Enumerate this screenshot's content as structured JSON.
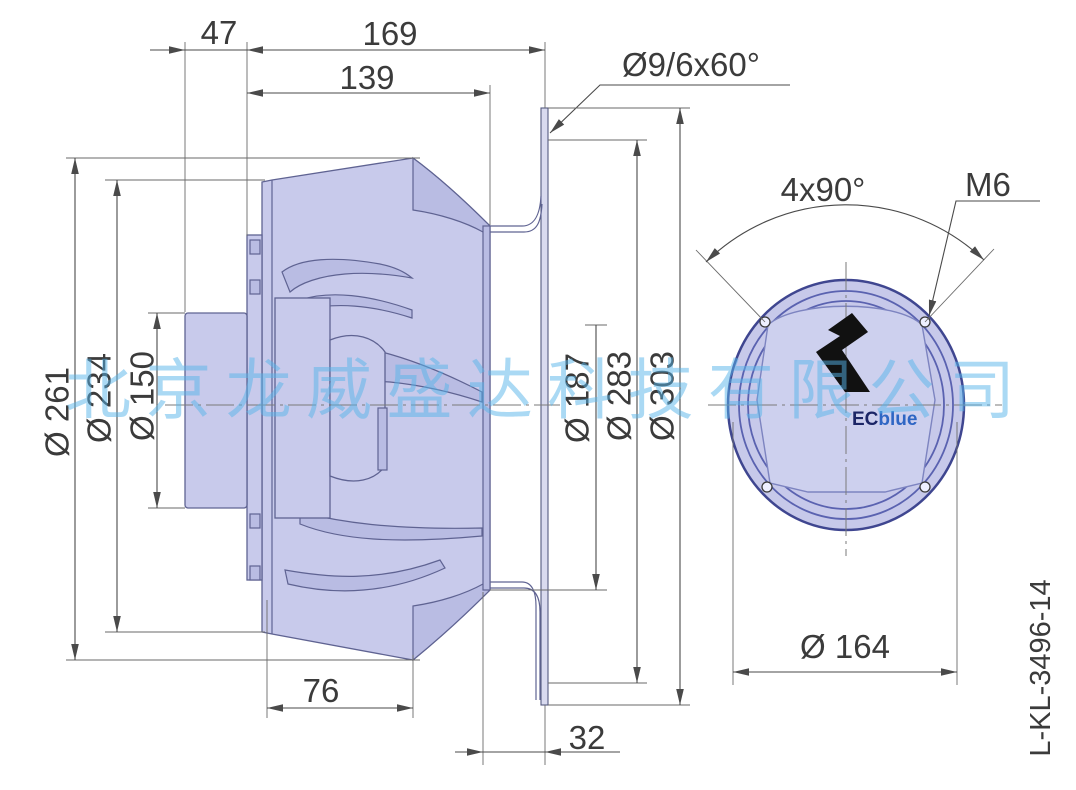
{
  "drawing": {
    "code": "L-KL-3496-14",
    "watermark": "北京龙威盛达科技有限公司"
  },
  "side_view": {
    "dim_motor_offset": "47",
    "dim_overall_length": "169",
    "dim_impeller_length": "139",
    "flange_holes": "Ø9/6x60°",
    "dia_outer": "Ø 261",
    "dia_backplate": "Ø 234",
    "dia_motor": "Ø 150",
    "dia_inlet": "Ø 187",
    "dia_hole_circle": "Ø 283",
    "dia_flange": "Ø 303",
    "dim_blade_width": "76",
    "dim_flange_offset": "32"
  },
  "front_view": {
    "hole_spacing": "4x90°",
    "thread": "M6",
    "dia_front": "Ø 164",
    "logo_text": "ECblue",
    "logo_icon": "lightning-bolt"
  },
  "colors": {
    "background": "#ffffff",
    "body_fill": "#c8caeb",
    "body_outline": "#5f6392",
    "dimension": "#4a4a4a",
    "watermark": "#56b4ea",
    "logo_mark": "#111111",
    "logo_ec": "#1b2566",
    "logo_blue": "#2f66c4"
  }
}
